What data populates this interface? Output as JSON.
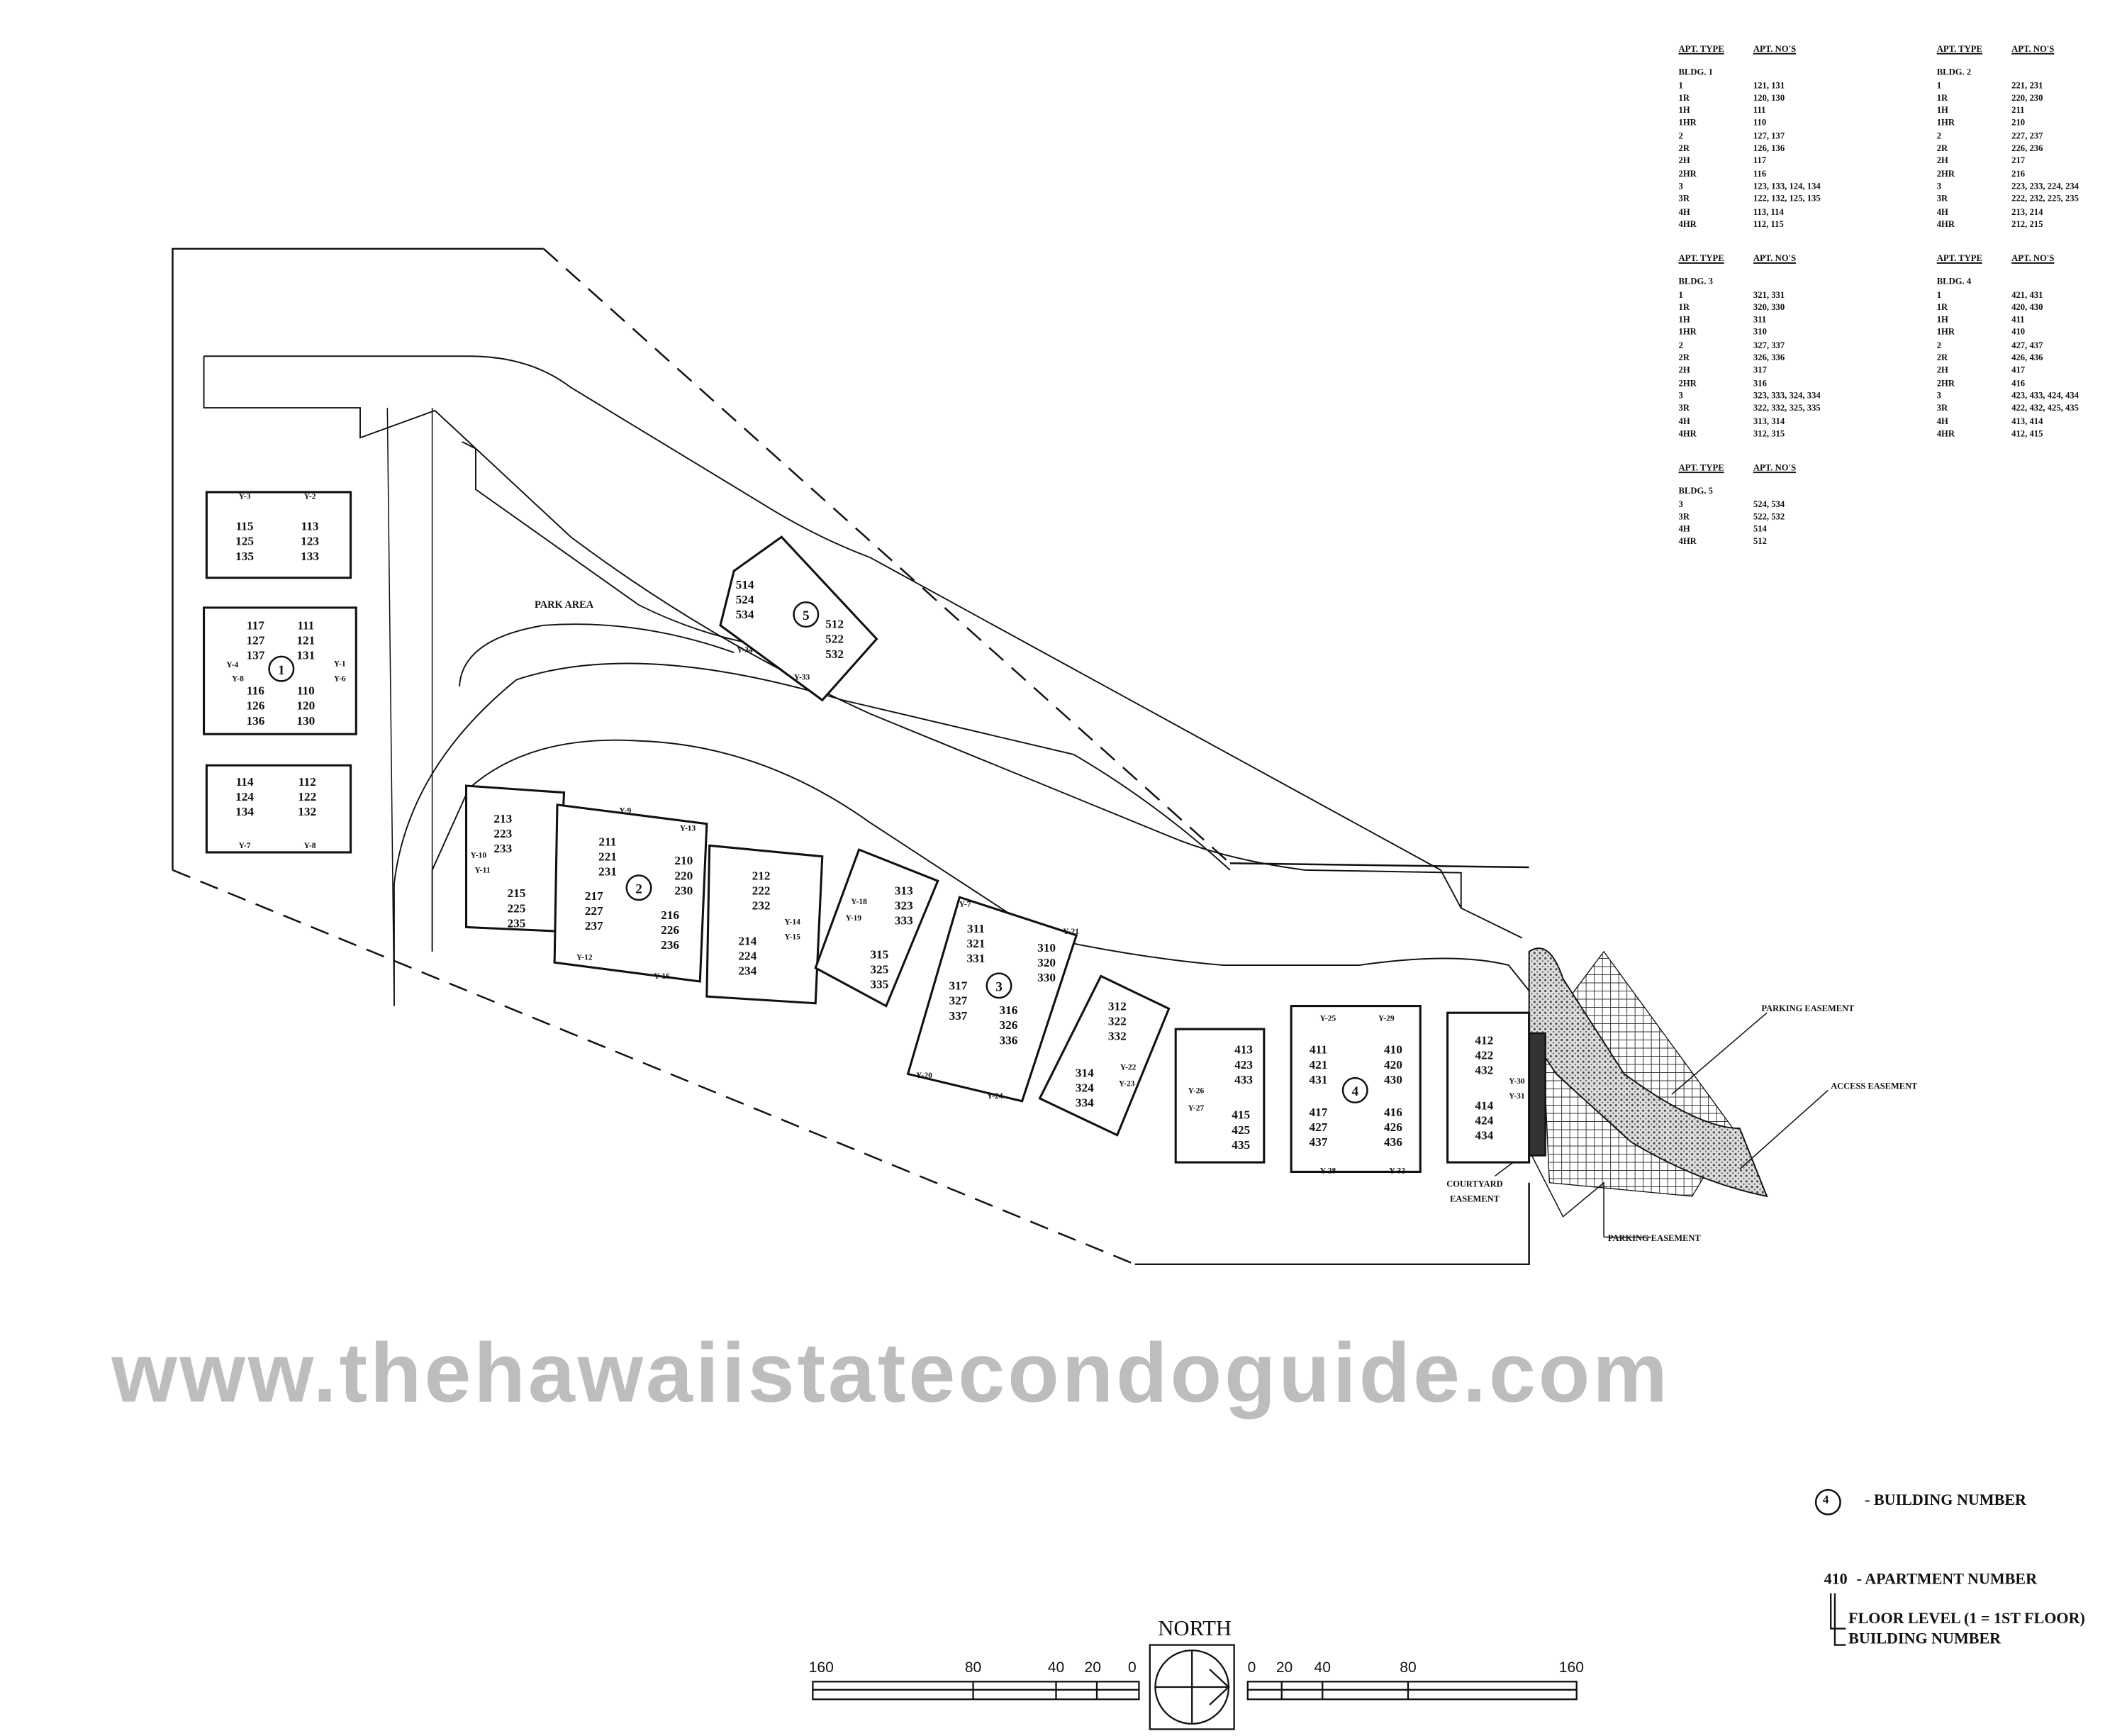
{
  "tables": [
    {
      "header": [
        "APT. TYPE",
        "APT. NO'S"
      ],
      "building": "BLDG. 1",
      "rows": [
        [
          "1",
          "121, 131"
        ],
        [
          "1R",
          "120, 130"
        ],
        [
          "1H",
          "111"
        ],
        [
          "1HR",
          "110"
        ],
        [
          "2",
          "127, 137"
        ],
        [
          "2R",
          "126, 136"
        ],
        [
          "2H",
          "117"
        ],
        [
          "2HR",
          "116"
        ],
        [
          "3",
          "123, 133, 124, 134"
        ],
        [
          "3R",
          "122, 132, 125, 135"
        ],
        [
          "4H",
          "113, 114"
        ],
        [
          "4HR",
          "112, 115"
        ]
      ]
    },
    {
      "header": [
        "APT. TYPE",
        "APT. NO'S"
      ],
      "building": "BLDG. 2",
      "rows": [
        [
          "1",
          "221, 231"
        ],
        [
          "1R",
          "220, 230"
        ],
        [
          "1H",
          "211"
        ],
        [
          "1HR",
          "210"
        ],
        [
          "2",
          "227, 237"
        ],
        [
          "2R",
          "226, 236"
        ],
        [
          "2H",
          "217"
        ],
        [
          "2HR",
          "216"
        ],
        [
          "3",
          "223, 233, 224, 234"
        ],
        [
          "3R",
          "222, 232, 225, 235"
        ],
        [
          "4H",
          "213, 214"
        ],
        [
          "4HR",
          "212, 215"
        ]
      ]
    },
    {
      "header": [
        "APT. TYPE",
        "APT. NO'S"
      ],
      "building": "BLDG. 3",
      "rows": [
        [
          "1",
          "321, 331"
        ],
        [
          "1R",
          "320, 330"
        ],
        [
          "1H",
          "311"
        ],
        [
          "1HR",
          "310"
        ],
        [
          "2",
          "327, 337"
        ],
        [
          "2R",
          "326, 336"
        ],
        [
          "2H",
          "317"
        ],
        [
          "2HR",
          "316"
        ],
        [
          "3",
          "323, 333, 324, 334"
        ],
        [
          "3R",
          "322, 332, 325, 335"
        ],
        [
          "4H",
          "313, 314"
        ],
        [
          "4HR",
          "312, 315"
        ]
      ]
    },
    {
      "header": [
        "APT. TYPE",
        "APT. NO'S"
      ],
      "building": "BLDG. 4",
      "rows": [
        [
          "1",
          "421, 431"
        ],
        [
          "1R",
          "420, 430"
        ],
        [
          "1H",
          "411"
        ],
        [
          "1HR",
          "410"
        ],
        [
          "2",
          "427, 437"
        ],
        [
          "2R",
          "426, 436"
        ],
        [
          "2H",
          "417"
        ],
        [
          "2HR",
          "416"
        ],
        [
          "3",
          "423, 433, 424, 434"
        ],
        [
          "3R",
          "422, 432, 425, 435"
        ],
        [
          "4H",
          "413, 414"
        ],
        [
          "4HR",
          "412, 415"
        ]
      ]
    },
    {
      "header": [
        "APT. TYPE",
        "APT. NO'S"
      ],
      "building": "BLDG. 5",
      "rows": [
        [
          "3",
          "524, 534"
        ],
        [
          "3R",
          "522, 532"
        ],
        [
          "4H",
          "514"
        ],
        [
          "4HR",
          "512"
        ]
      ]
    }
  ],
  "buildings": [
    {
      "number": "1",
      "units": [
        [
          "115",
          "125",
          "135"
        ],
        [
          "113",
          "123",
          "133"
        ],
        [
          "117",
          "127",
          "137"
        ],
        [
          "111",
          "121",
          "131"
        ],
        [
          "116",
          "126",
          "136"
        ],
        [
          "110",
          "120",
          "130"
        ],
        [
          "114",
          "124",
          "134"
        ],
        [
          "112",
          "122",
          "132"
        ]
      ],
      "yards": [
        "Y-3",
        "Y-2",
        "Y-4",
        "Y-8",
        "Y-1",
        "Y-6",
        "Y-7",
        "Y-8"
      ]
    },
    {
      "number": "2",
      "units": [
        [
          "213",
          "223",
          "233"
        ],
        [
          "215",
          "225",
          "235"
        ],
        [
          "211",
          "221",
          "231"
        ],
        [
          "210",
          "220",
          "230"
        ],
        [
          "217",
          "227",
          "237"
        ],
        [
          "216",
          "226",
          "236"
        ],
        [
          "212",
          "222",
          "232"
        ],
        [
          "214",
          "224",
          "234"
        ]
      ],
      "yards": [
        "Y-10",
        "Y-11",
        "Y-9",
        "Y-13",
        "Y-12",
        "Y-16",
        "Y-14",
        "Y-15"
      ]
    },
    {
      "number": "3",
      "units": [
        [
          "313",
          "323",
          "333"
        ],
        [
          "315",
          "325",
          "335"
        ],
        [
          "311",
          "321",
          "331"
        ],
        [
          "310",
          "320",
          "330"
        ],
        [
          "317",
          "327",
          "337"
        ],
        [
          "316",
          "326",
          "336"
        ],
        [
          "312",
          "322",
          "332"
        ],
        [
          "314",
          "324",
          "334"
        ]
      ],
      "yards": [
        "Y-18",
        "Y-19",
        "Y-7",
        "Y-21",
        "Y-20",
        "Y-24",
        "Y-22",
        "Y-23"
      ]
    },
    {
      "number": "4",
      "units": [
        [
          "413",
          "423",
          "433"
        ],
        [
          "415",
          "425",
          "435"
        ],
        [
          "411",
          "421",
          "431"
        ],
        [
          "410",
          "420",
          "430"
        ],
        [
          "417",
          "427",
          "437"
        ],
        [
          "416",
          "426",
          "436"
        ],
        [
          "412",
          "422",
          "432"
        ],
        [
          "414",
          "424",
          "434"
        ]
      ],
      "yards": [
        "Y-26",
        "Y-27",
        "Y-25",
        "Y-29",
        "Y-28",
        "Y-32",
        "Y-30",
        "Y-31"
      ]
    },
    {
      "number": "5",
      "units": [
        [
          "514",
          "524",
          "534"
        ],
        [
          "512",
          "522",
          "532"
        ]
      ],
      "yards": [
        "Y-34",
        "Y-33"
      ]
    }
  ],
  "plan": {
    "park_area": "PARK AREA",
    "parking_easement_top": "PARKING EASEMENT",
    "access_easement": "ACCESS EASEMENT",
    "courtyard_easement": [
      "COURTYARD",
      "EASEMENT"
    ],
    "parking_easement_bottom": "PARKING EASEMENT"
  },
  "legend": {
    "building_number_symbol": "4",
    "building_number_label": "- BUILDING NUMBER",
    "apartment_example": "410",
    "apartment_label": "- APARTMENT NUMBER",
    "floor_level_label": "FLOOR LEVEL (1 = 1ST FLOOR)",
    "building_number_label2": "BUILDING NUMBER"
  },
  "scale": {
    "north_label": "NORTH",
    "left_ticks": [
      "160",
      "80",
      "40",
      "20",
      "0"
    ],
    "right_ticks": [
      "0",
      "20",
      "40",
      "80",
      "160"
    ]
  },
  "watermark": "www.thehawaiistatecondoguide.com"
}
